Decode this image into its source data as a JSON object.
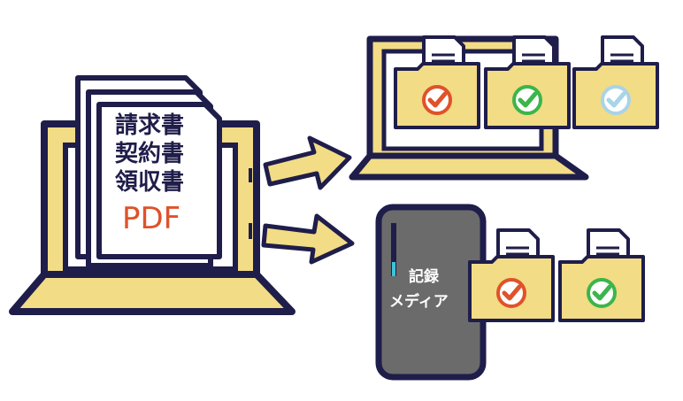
{
  "document": {
    "lines": [
      "請求書",
      "契約書",
      "領収書"
    ],
    "format": "PDF"
  },
  "media": {
    "lines": [
      "記録",
      "メディア"
    ]
  },
  "colors": {
    "outline": "#1f1d4a",
    "folder_fill": "#f2dc85",
    "paper_fill": "#ffffff",
    "pdf_text": "#e0522a",
    "check_red": "#e0522a",
    "check_green": "#3cb54a",
    "check_lightblue": "#a9d4e6",
    "media_fill": "#6b6b6b",
    "media_indicator": "#3cc4dc"
  },
  "icons": [
    "laptop-icon",
    "document-icon",
    "arrow-icon",
    "folder-icon",
    "check-icon",
    "storage-media-icon"
  ]
}
